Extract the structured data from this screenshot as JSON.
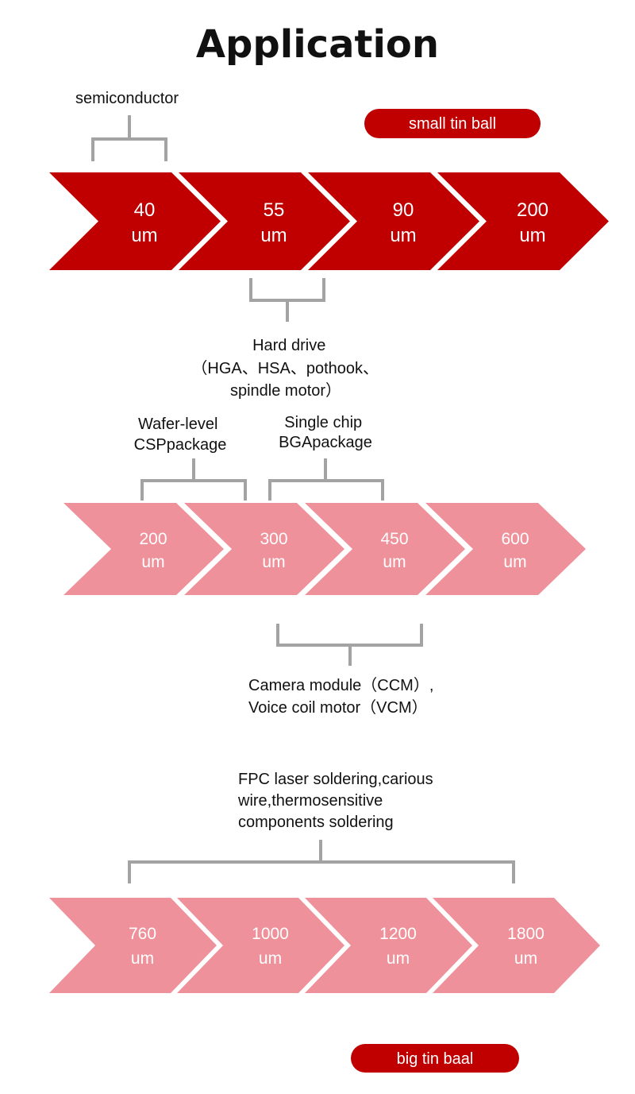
{
  "title": "Application",
  "colors": {
    "dark": "#c00000",
    "light": "#ee919a",
    "bracket": "#a3a3a3"
  },
  "pills": {
    "small": "small tin ball",
    "big": "big tin baal"
  },
  "rows": [
    {
      "items": [
        {
          "value": "40",
          "unit": "um"
        },
        {
          "value": "55",
          "unit": "um"
        },
        {
          "value": "90",
          "unit": "um"
        },
        {
          "value": "200",
          "unit": "um"
        }
      ]
    },
    {
      "items": [
        {
          "value": "200",
          "unit": "um"
        },
        {
          "value": "300",
          "unit": "um"
        },
        {
          "value": "450",
          "unit": "um"
        },
        {
          "value": "600",
          "unit": "um"
        }
      ]
    },
    {
      "items": [
        {
          "value": "760",
          "unit": "um"
        },
        {
          "value": "1000",
          "unit": "um"
        },
        {
          "value": "1200",
          "unit": "um"
        },
        {
          "value": "1800",
          "unit": "um"
        }
      ]
    }
  ],
  "labels": {
    "semiconductor": "semiconductor",
    "hard_drive": [
      "Hard drive",
      "（HGA、HSA、pothook、",
      "spindle motor）"
    ],
    "wafer": [
      "Wafer-level",
      "CSPpackage"
    ],
    "single_chip": [
      "Single chip",
      "BGApackage"
    ],
    "camera": [
      "Camera module（CCM）,",
      "Voice coil motor（VCM）"
    ],
    "fpc": [
      "FPC laser soldering,carious",
      "wire,thermosensitive",
      "components soldering"
    ]
  }
}
